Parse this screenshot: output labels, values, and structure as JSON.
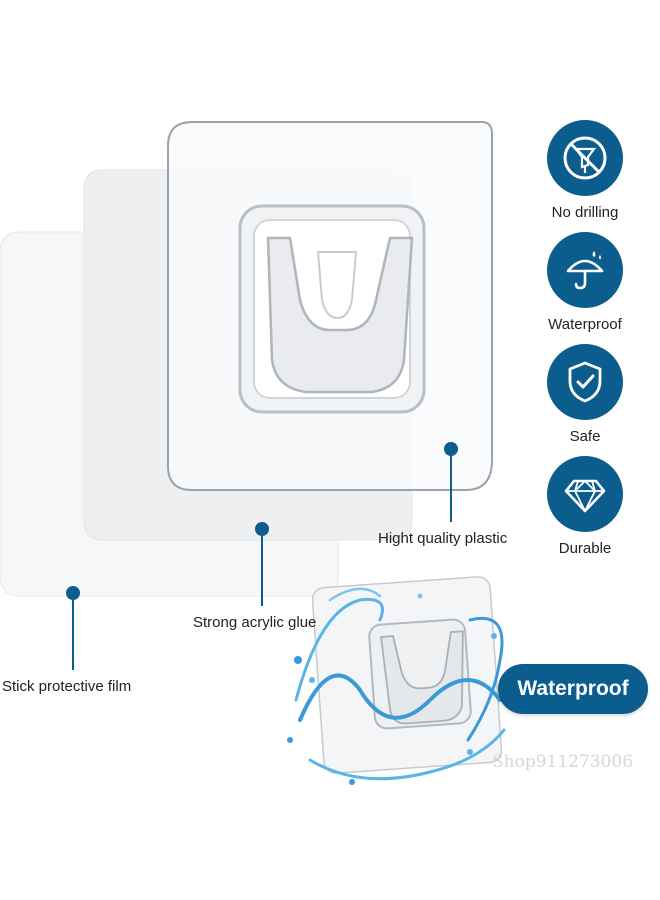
{
  "colors": {
    "accent": "#0b5d8e",
    "pad_fill": "#f3f4f6",
    "pad_edge": "#cfd3d8",
    "water": "#3a9ad9"
  },
  "callouts": {
    "protective_film": "Stick protective film",
    "acrylic_glue": "Strong acrylic glue",
    "plastic": "Hight quality plastic"
  },
  "features": [
    {
      "icon": "no-drilling-icon",
      "label": "No drilling"
    },
    {
      "icon": "umbrella-icon",
      "label": "Waterproof"
    },
    {
      "icon": "shield-check-icon",
      "label": "Safe"
    },
    {
      "icon": "diamond-icon",
      "label": "Durable"
    }
  ],
  "badge": {
    "label": "Waterproof"
  },
  "watermark": "Shop911273006"
}
